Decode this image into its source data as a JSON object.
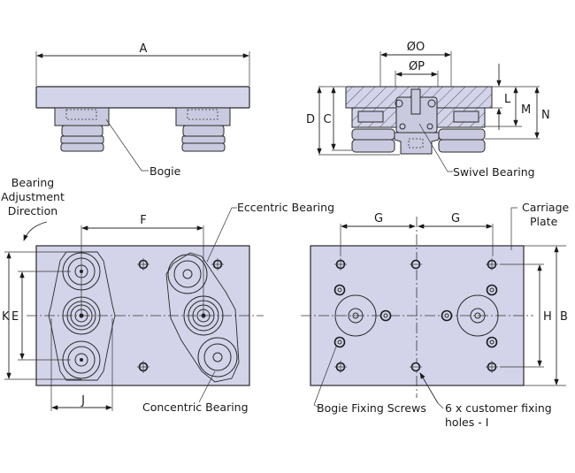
{
  "drawing": {
    "colors": {
      "plate": "#d3d4ea",
      "line": "#2a2a2a",
      "background": "#ffffff"
    },
    "front_view": {
      "dimension_A": "A",
      "callout_bogie": "Bogie"
    },
    "section_view": {
      "dimension_O": "ØO",
      "dimension_P": "ØP",
      "dimension_D": "D",
      "dimension_C": "C",
      "dimension_L": "L",
      "dimension_M": "M",
      "dimension_N": "N",
      "callout_swivel": "Swivel Bearing"
    },
    "bottom_view": {
      "adjustment_line1": "Bearing",
      "adjustment_line2": "Adjustment",
      "adjustment_line3": "Direction",
      "dimension_F": "F",
      "dimension_K": "K",
      "dimension_E": "E",
      "dimension_J": "J",
      "callout_eccentric": "Eccentric Bearing",
      "callout_concentric": "Concentric Bearing"
    },
    "top_view": {
      "dimension_G_left": "G",
      "dimension_G_right": "G",
      "dimension_H": "H",
      "dimension_B": "B",
      "callout_carriage_line1": "Carriage",
      "callout_carriage_line2": "Plate",
      "callout_screws": "Bogie Fixing Screws",
      "callout_holes_line1": "6 x customer fixing",
      "callout_holes_line2": "holes - I"
    }
  }
}
